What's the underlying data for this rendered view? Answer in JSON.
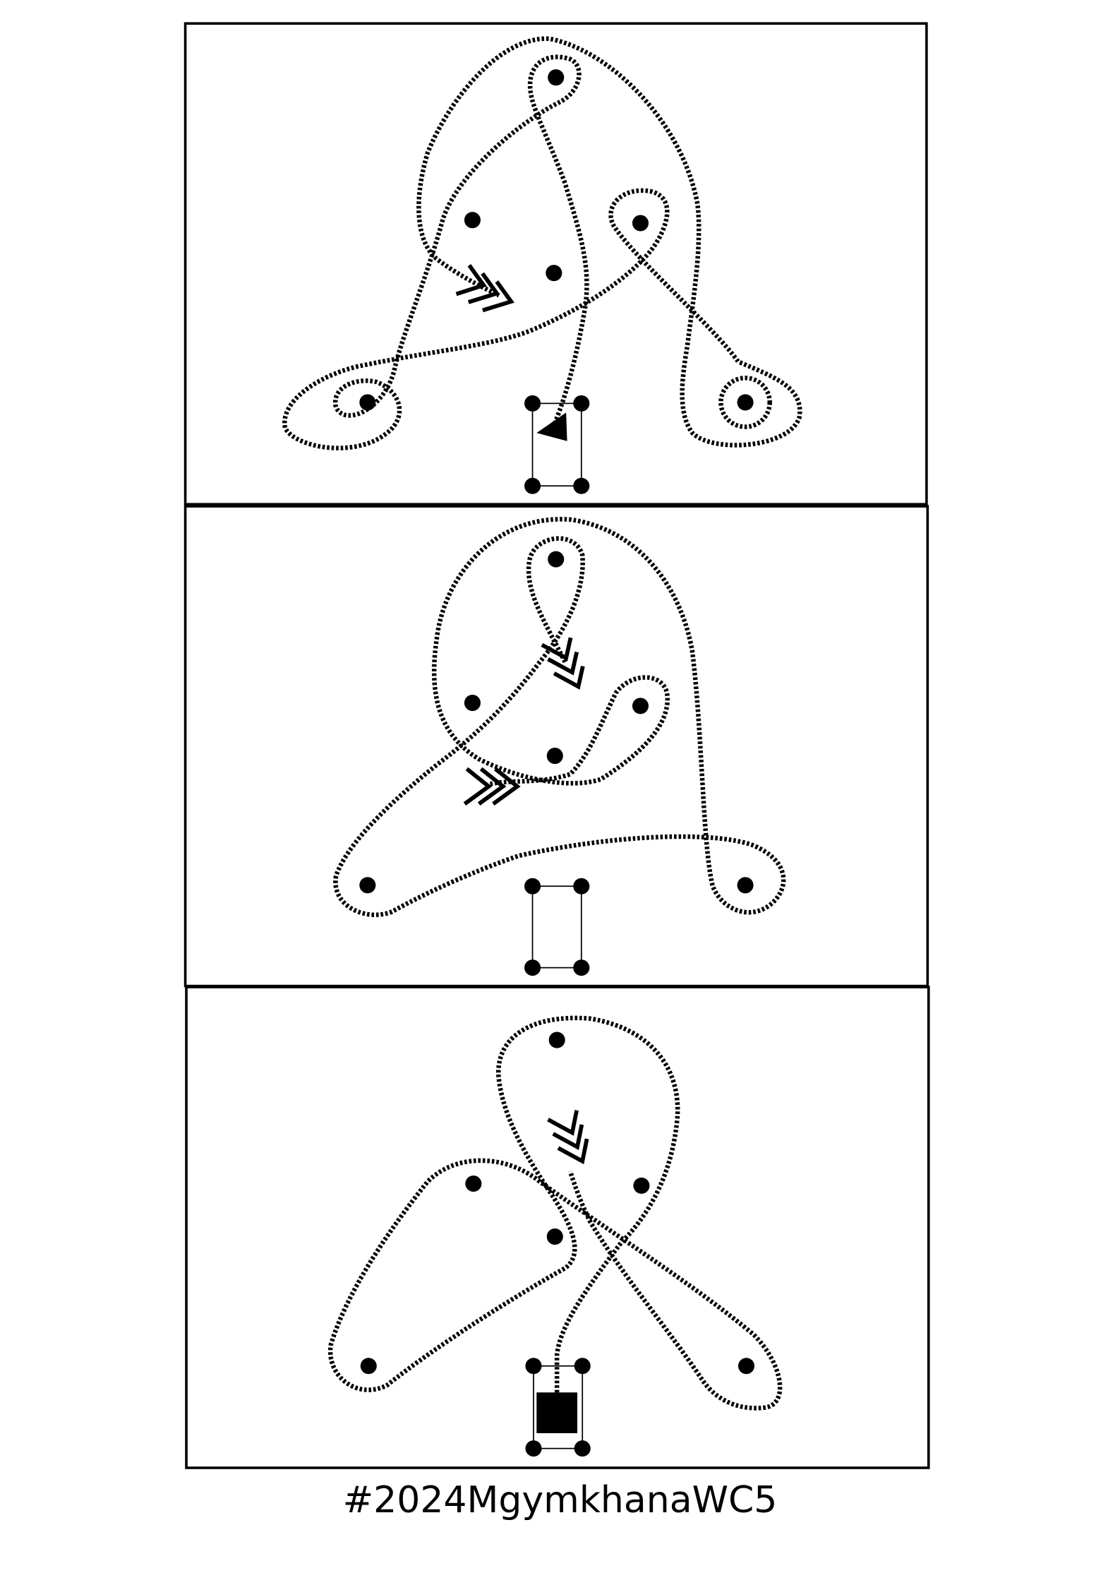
{
  "caption": "#2024MgymkhanaWC5",
  "panels": [
    {
      "name": "course-part-1",
      "start_marker": "triangle"
    },
    {
      "name": "course-part-2"
    },
    {
      "name": "course-part-3",
      "finish_marker": "square"
    }
  ],
  "colors": {
    "ink": "#000000",
    "background": "#ffffff"
  }
}
